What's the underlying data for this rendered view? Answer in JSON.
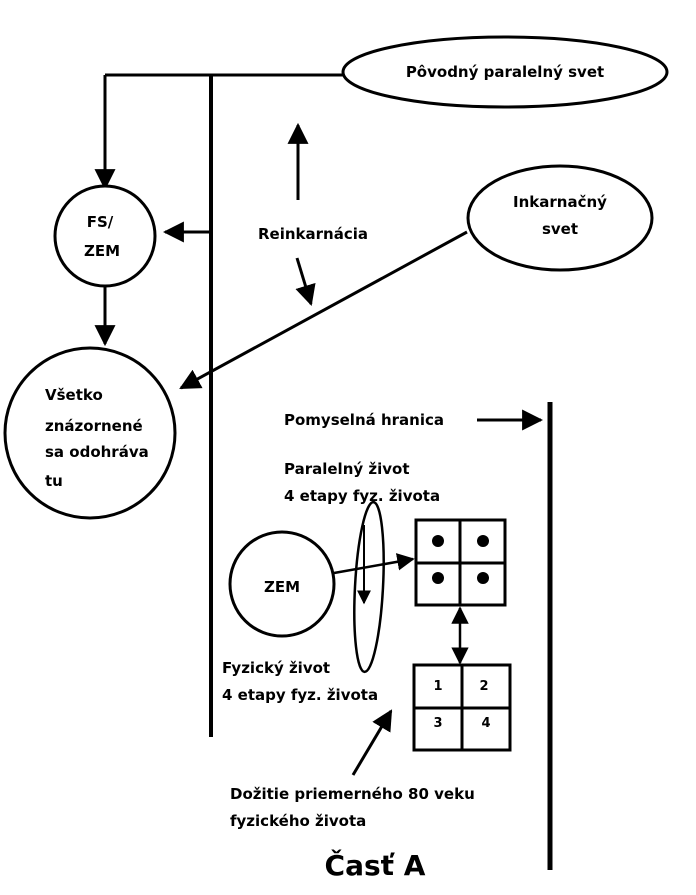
{
  "nodes": {
    "povodny_svet": "Pôvodný paralelný svet",
    "inkarnacny_svet_line1": "Inkarnačný",
    "inkarnacny_svet_line2": "svet",
    "fs_zem_line1": "FS/",
    "fs_zem_line2": "ZEM",
    "vsetko_line1": "Všetko",
    "vsetko_line2": "znázornené",
    "vsetko_line3": "sa odohráva",
    "vsetko_line4": "tu",
    "zem": "ZEM"
  },
  "labels": {
    "reinkarnacia": "Reinkarnácia",
    "pomyselna_hranica": "Pomyselná hranica",
    "paralelny_zivot_line1": "Paralelný život",
    "paralelny_zivot_line2": "4 etapy fyz. života",
    "fyzicky_zivot_line1": "Fyzický život",
    "fyzicky_zivot_line2": "4 etapy fyz. života",
    "dozitie_line1": "Dožitie priemerného 80 veku",
    "dozitie_line2": "fyzického života"
  },
  "grid_cells": [
    "1",
    "2",
    "3",
    "4"
  ],
  "title": "Časť A",
  "colors": {
    "stroke": "#000000",
    "background": "#ffffff"
  }
}
